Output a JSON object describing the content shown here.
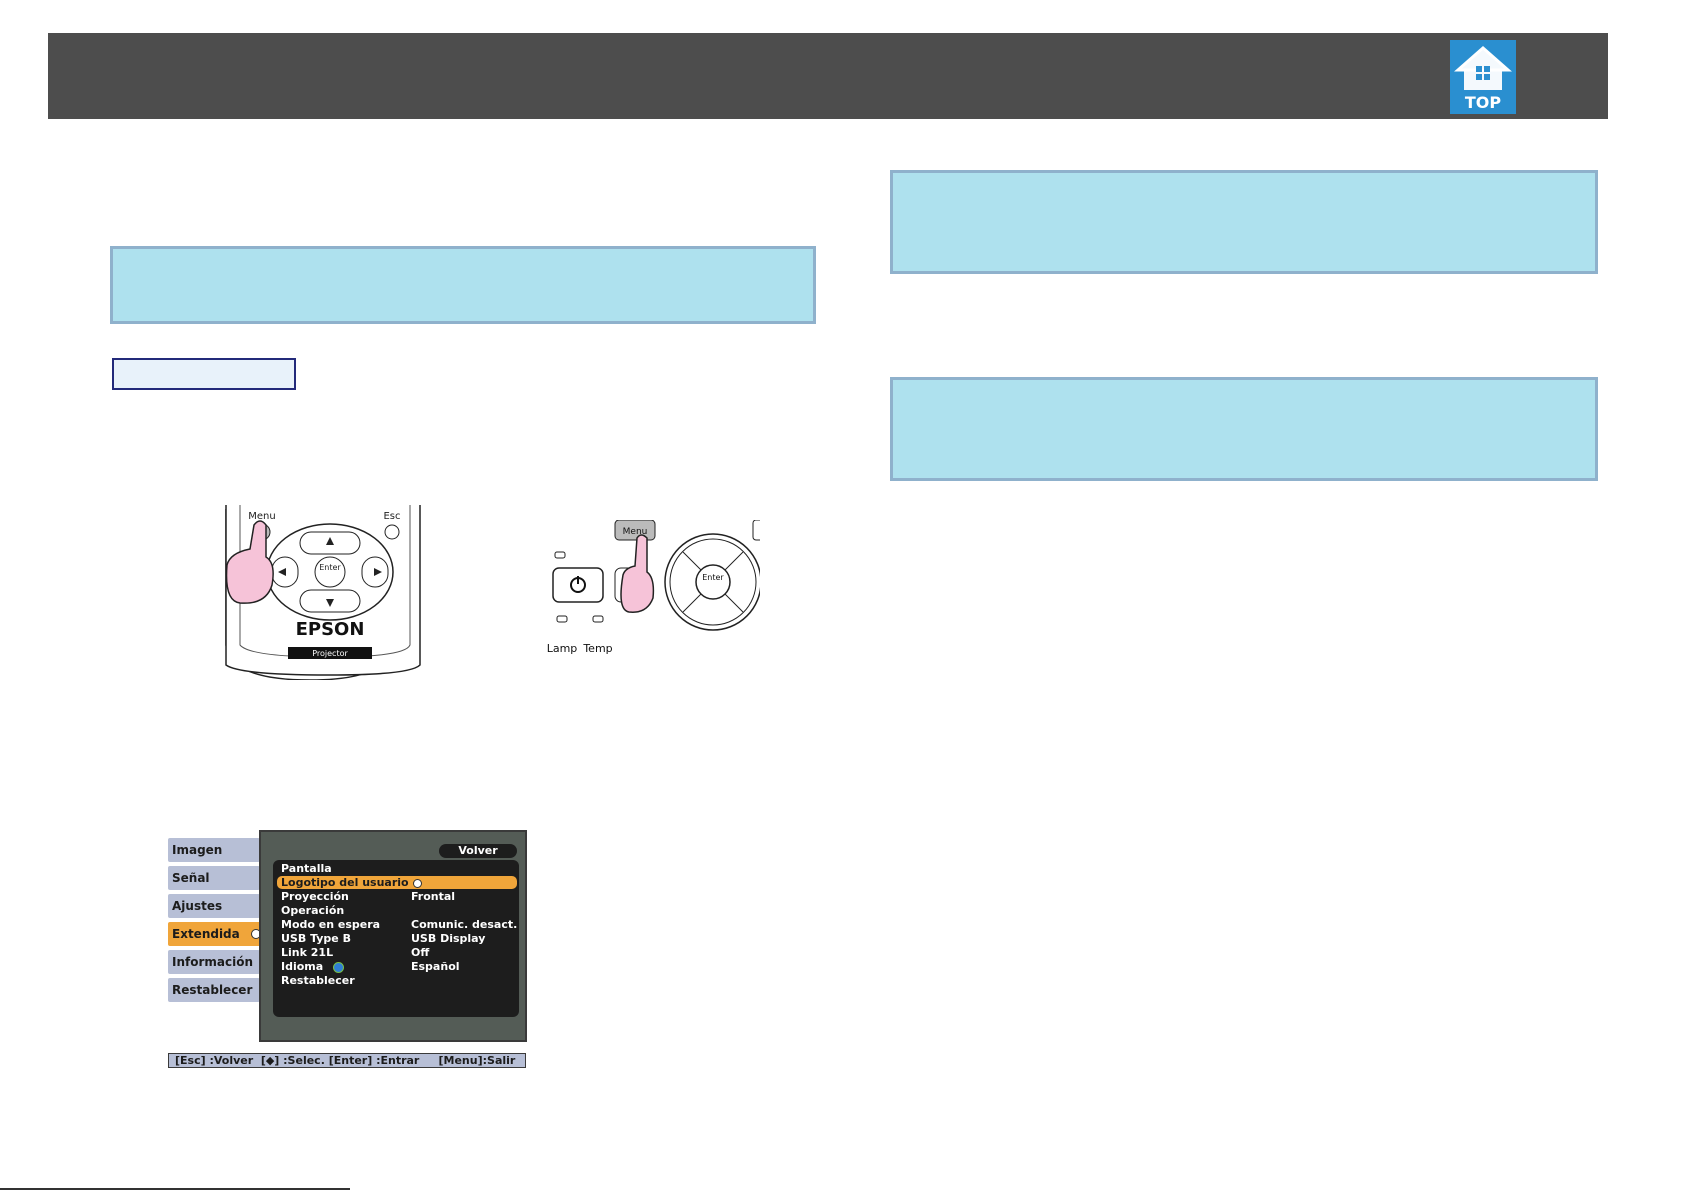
{
  "header": {
    "top_label": "TOP"
  },
  "remote": {
    "menu_label": "Menu",
    "esc_label": "Esc",
    "enter_label": "Enter",
    "brand": "EPSON",
    "model_plate": "Projector"
  },
  "panel": {
    "menu_label": "Menu",
    "enter_label": "Enter",
    "lamp_label": "Lamp",
    "temp_label": "Temp"
  },
  "osd": {
    "tabs": [
      {
        "label": "Imagen"
      },
      {
        "label": "Señal"
      },
      {
        "label": "Ajustes"
      },
      {
        "label": "Extendida"
      },
      {
        "label": "Información"
      },
      {
        "label": "Restablecer"
      }
    ],
    "back_label": "Volver",
    "rows": [
      {
        "label": "Pantalla",
        "value": ""
      },
      {
        "label": "Logotipo del usuario",
        "value": ""
      },
      {
        "label": "Proyección",
        "value": "Frontal"
      },
      {
        "label": "Operación",
        "value": ""
      },
      {
        "label": "Modo en espera",
        "value": "Comunic. desact."
      },
      {
        "label": "USB Type B",
        "value": "USB Display"
      },
      {
        "label": "Link 21L",
        "value": "Off"
      },
      {
        "label": "Idioma",
        "value": "Español"
      },
      {
        "label": "Restablecer",
        "value": ""
      }
    ],
    "footer": "[Esc] :Volver  [◆] :Selec. [Enter] :Entrar     [Menu]:Salir"
  },
  "colors": {
    "header_bg": "#4d4d4d",
    "note_bg": "#aee1ee",
    "osd_highlight": "#f0a53a",
    "osd_tab": "#b7bfd6"
  }
}
